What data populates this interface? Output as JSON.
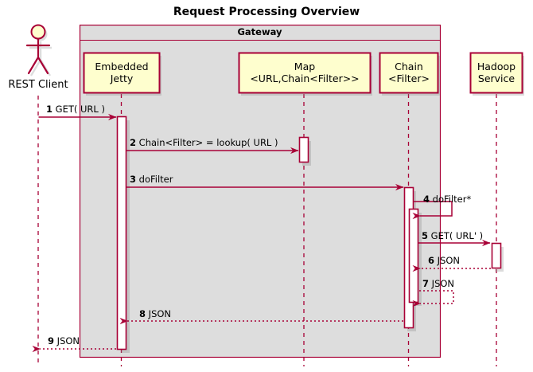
{
  "diagram": {
    "type": "uml-sequence-diagram",
    "title": "Request Processing Overview",
    "colors": {
      "border": "#A80036",
      "box_fill": "#FEFECE",
      "group_fill": "#DDDDDD",
      "text": "#000000",
      "shadow": "#888888"
    },
    "group": {
      "name": "Gateway"
    },
    "actors": [
      {
        "id": "client",
        "name": "REST Client",
        "kind": "actor",
        "label": "REST Client"
      }
    ],
    "participants": [
      {
        "id": "jetty",
        "kind": "participant",
        "line1": "Embedded",
        "line2": "Jetty"
      },
      {
        "id": "map",
        "kind": "participant",
        "line1": "Map",
        "line2": "<URL,Chain<Filter>>"
      },
      {
        "id": "chain",
        "kind": "participant",
        "line1": "Chain",
        "line2": "<Filter>"
      },
      {
        "id": "hadoop",
        "kind": "participant",
        "line1": "Hadoop",
        "line2": "Service"
      }
    ],
    "messages": [
      {
        "num": "1",
        "text": "GET( URL )",
        "from": "client",
        "to": "jetty",
        "style": "solid",
        "label": "1 GET( URL )"
      },
      {
        "num": "2",
        "text": "Chain<Filter> = lookup( URL )",
        "from": "jetty",
        "to": "map",
        "style": "solid",
        "label": "2 Chain<Filter> = lookup( URL )"
      },
      {
        "num": "3",
        "text": "doFilter",
        "from": "jetty",
        "to": "chain",
        "style": "solid",
        "label": "3 doFilter"
      },
      {
        "num": "4",
        "text": "doFilter*",
        "from": "chain",
        "to": "chain",
        "style": "solid",
        "label": "4 doFilter*"
      },
      {
        "num": "5",
        "text": "GET( URL' )",
        "from": "chain",
        "to": "hadoop",
        "style": "solid",
        "label": "5 GET( URL' )"
      },
      {
        "num": "6",
        "text": "JSON",
        "from": "hadoop",
        "to": "chain",
        "style": "dotted",
        "label": "6 JSON"
      },
      {
        "num": "7",
        "text": "JSON",
        "from": "chain",
        "to": "chain",
        "style": "dotted",
        "label": "7 JSON"
      },
      {
        "num": "8",
        "text": "JSON",
        "from": "chain",
        "to": "jetty",
        "style": "dotted",
        "label": "8 JSON"
      },
      {
        "num": "9",
        "text": "JSON",
        "from": "jetty",
        "to": "client",
        "style": "dotted",
        "label": "9 JSON"
      }
    ]
  }
}
